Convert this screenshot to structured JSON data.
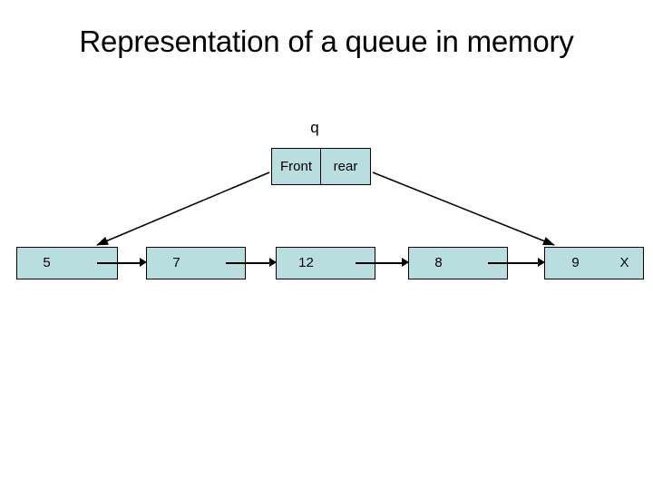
{
  "slide": {
    "title": "Representation of a queue in memory",
    "background_color": "#ffffff",
    "cell_fill_color": "#b9dee0",
    "line_color": "#000000"
  },
  "queue_header": {
    "variable_label": "q",
    "front_label": "Front",
    "rear_label": "rear"
  },
  "nodes": [
    {
      "value": "5",
      "pointer": ""
    },
    {
      "value": "7",
      "pointer": ""
    },
    {
      "value": "12",
      "pointer": ""
    },
    {
      "value": "8",
      "pointer": ""
    },
    {
      "value": "9",
      "pointer": "X"
    }
  ],
  "pointers": {
    "front_target_label": "5",
    "rear_target_label": "9"
  }
}
